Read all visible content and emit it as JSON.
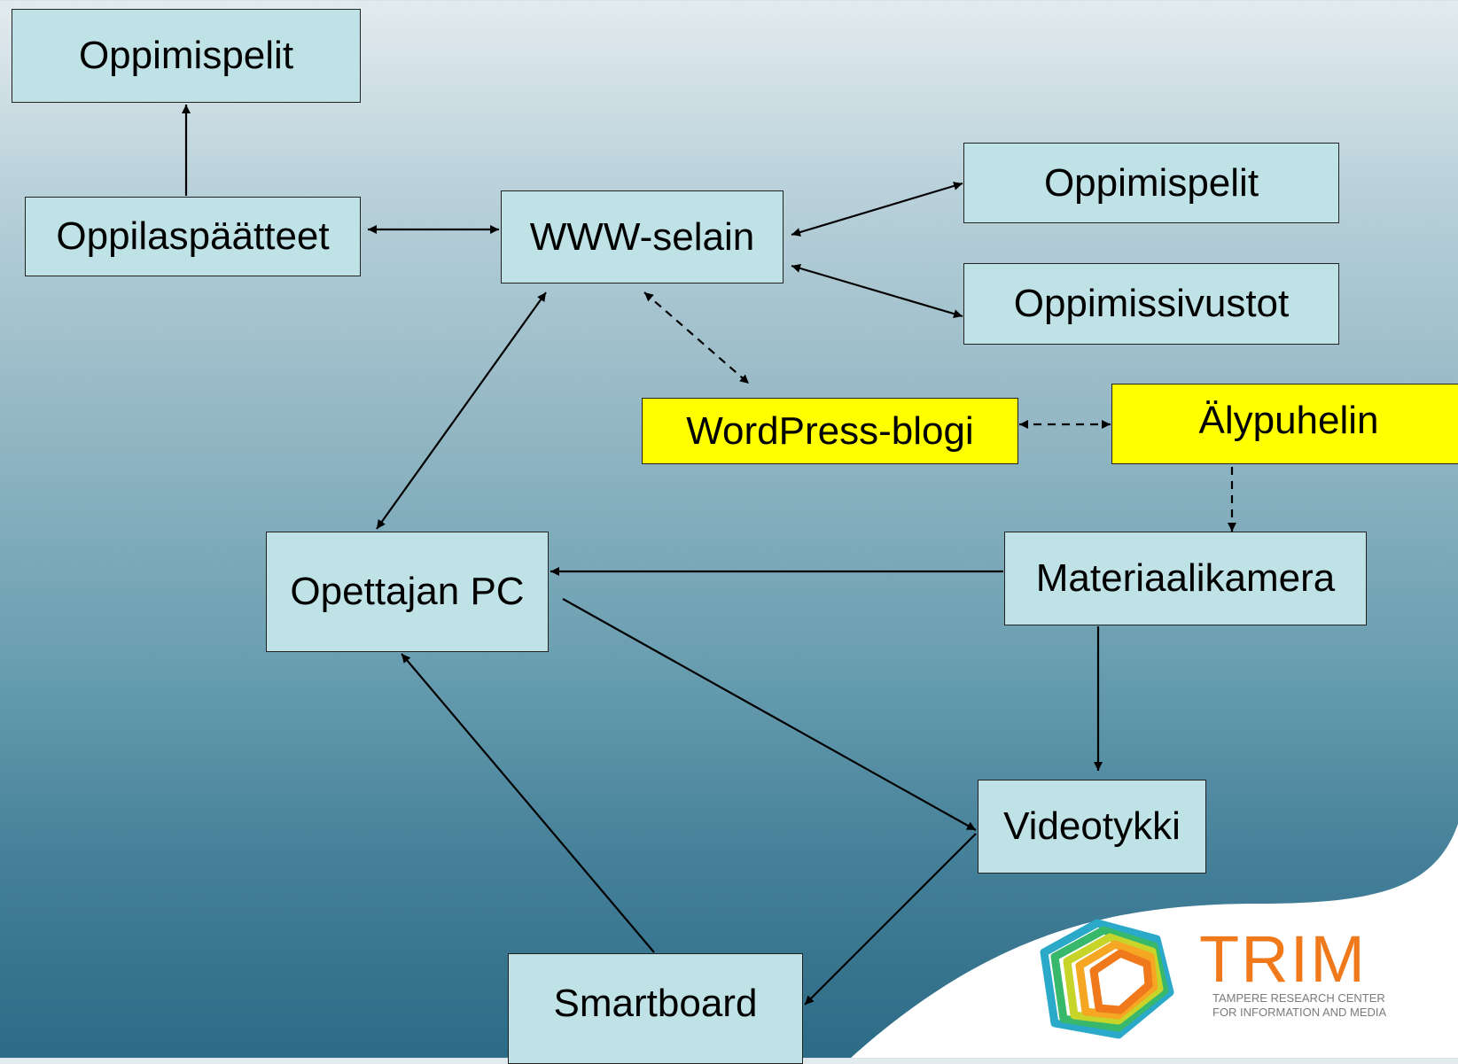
{
  "nodes": {
    "oppimispelit_top": "Oppimispelit",
    "oppilaspaatteet": "Oppilaspäätteet",
    "www_selain": "WWW-selain",
    "oppimispelit_right": "Oppimispelit",
    "oppimissivustot": "Oppimissivustot",
    "wordpress_blogi": "WordPress-blogi",
    "alypuhelin": "Älypuhelin",
    "opettajan_pc": "Opettajan PC",
    "materiaalikamera": "Materiaalikamera",
    "videotykki": "Videotykki",
    "smartboard": "Smartboard"
  },
  "logo": {
    "name": "TRIM",
    "line1": "TAMPERE RESEARCH CENTER",
    "line2": "FOR INFORMATION AND MEDIA"
  },
  "colors": {
    "node_fill": "#bfe2e6",
    "highlight_fill": "#ffff00",
    "logo_orange": "#f07a1b"
  }
}
